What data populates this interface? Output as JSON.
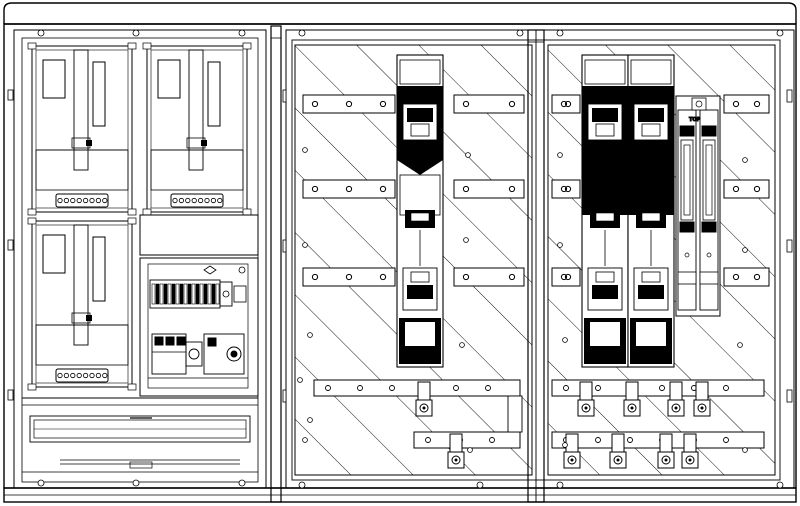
{
  "diagram": {
    "kind": "electrical-distribution-cabinet-front-view",
    "colors": {
      "line": "#000000",
      "background": "#ffffff",
      "fill_dark": "#000000"
    },
    "labels": {
      "fuse_top_marking": "TOP"
    },
    "sections": [
      {
        "name": "meter-section",
        "meter_compartments": 3,
        "terminal_box": 1,
        "busbar_module": 1
      },
      {
        "name": "fuse-section-left",
        "fuse_switch_columns": 1,
        "hatched_mounting_plate": true
      },
      {
        "name": "fuse-section-right",
        "fuse_switch_columns": 2,
        "small_fuse_bases": 2,
        "hatched_mounting_plate": true
      }
    ]
  }
}
